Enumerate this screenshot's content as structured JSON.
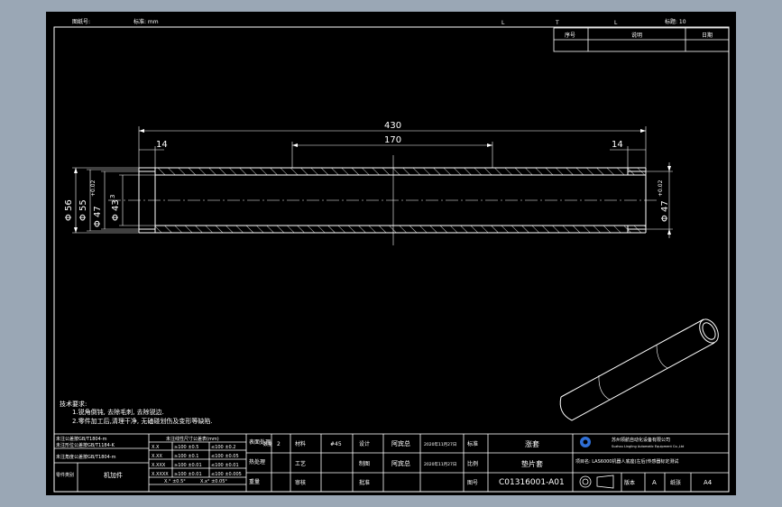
{
  "colors": {
    "backdrop": "#9aa7b5",
    "sheet": "#000000",
    "line": "#ffffff",
    "centerline": "#ffffff",
    "logo": "#2f6fd6",
    "hatch": "#ffffff"
  },
  "header": {
    "left_a": "图纸号:",
    "left_b": "标准: mm",
    "mark_l1": "L",
    "mark_t": "T",
    "mark_l2": "L",
    "right": "标题: 10"
  },
  "revision_table": {
    "headers": [
      "序号",
      "说明",
      "日期"
    ]
  },
  "dimensions": {
    "overall_length": "430",
    "middle_length": "170",
    "left_end": "14",
    "right_end": "14",
    "outer_dia": "Φ 56",
    "dia_55": "Φ 55",
    "bore_47": "Φ 47",
    "bore_47_tol": "+0.02",
    "bore_43": "Φ 43",
    "right_bore": "Φ 47",
    "right_bore_tol": "+0.02",
    "small_3": "3"
  },
  "notes": {
    "title": "技术要求:",
    "line1": "1.锐角倒钝, 去除毛刺, 去除锐边.",
    "line2": "2.零件加工后,清理干净, 无磕碰划伤及变形等缺陷."
  },
  "tolerance_table": {
    "header": "未注线性尺寸公差表(mm)",
    "left_rows": [
      "未注公差按GB/T1804-m",
      "未注形位公差按GB/T1184-K",
      "未注角度公差按GB/T1804-m"
    ],
    "rows": [
      {
        "key": "X.X",
        "v1": "≥100 ±0.5",
        "v2": "≤100 ±0.2"
      },
      {
        "key": "X.XX",
        "v1": "≥100 ±0.1",
        "v2": "≤100 ±0.05"
      },
      {
        "key": "X.XXX",
        "v1": "≥100 ±0.01",
        "v2": "≤100 ±0.01"
      },
      {
        "key": "X.XXXX",
        "v1": "≥100 ±0.01",
        "v2": "≤100 ±0.005"
      }
    ],
    "angle_a": "X.°  ±0.5°",
    "angle_b": "X.x°  ±0.05°",
    "corner_label": "零件类别",
    "corner_value": "机加件"
  },
  "title_block": {
    "qty_label": "数量",
    "qty_value": "2",
    "material_label": "材料",
    "material_value": "#45",
    "design_label": "设计",
    "design_value": "阿宾总",
    "design_date": "2020年11月27日",
    "check_label": "审核",
    "check_value": "",
    "process_label": "工艺",
    "process_value": "",
    "approve_label": "批准",
    "approve_value": "",
    "draw_label": "制图",
    "draw_value": "阿宾总",
    "draw_date": "2020年11月27日",
    "std_label": "标准",
    "std_value": "",
    "part_name": "涨套",
    "part_name2": "垫片套",
    "drawing_no_label": "图号",
    "drawing_no": "C01316001-A01",
    "company_cn": "苏州领航自动化设备有限公司",
    "company_en": "Suzhou Lingling Automatic Equipment Co.,Ltd",
    "project": "项目名: LAS6000机器人底座(左后)传感器标定测试",
    "version_label": "版本",
    "version": "A",
    "sheet_label": "纸张",
    "sheet": "A4",
    "surface_label": "表面处理",
    "heat_label": "热处理",
    "weight_label": "重量",
    "scale_label": "比例"
  }
}
